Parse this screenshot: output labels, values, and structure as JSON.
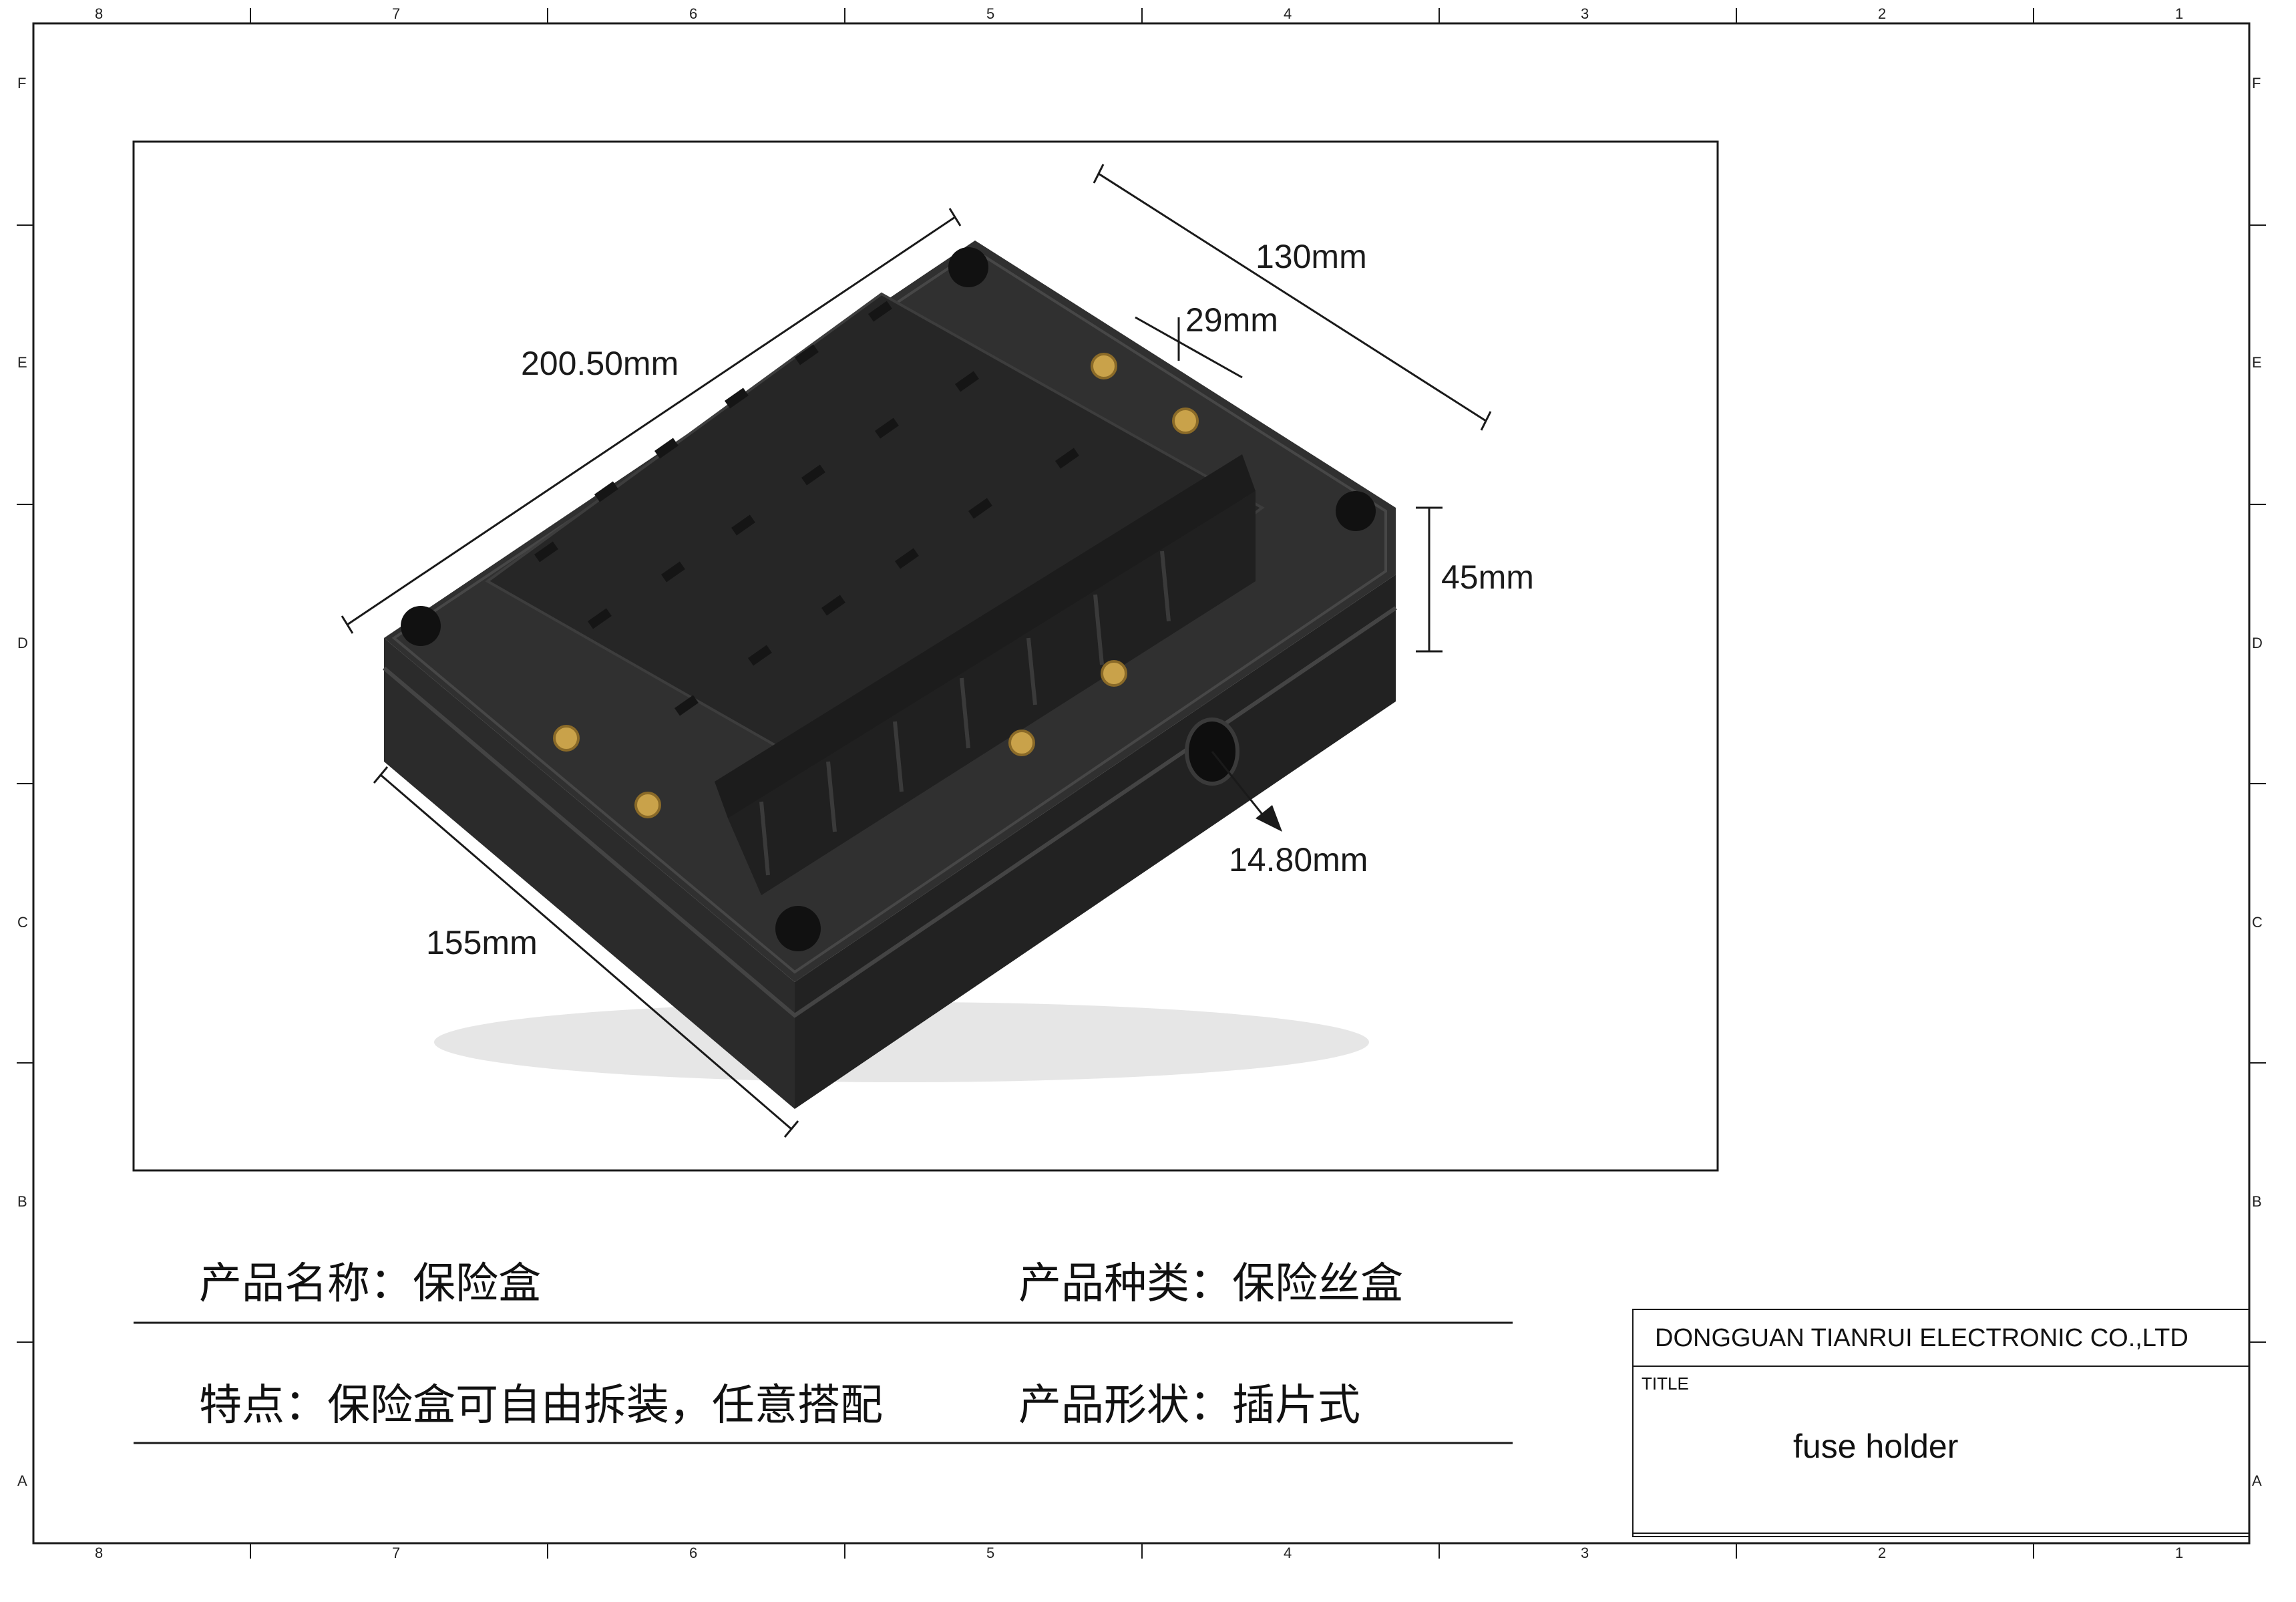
{
  "frame": {
    "column_labels": [
      "8",
      "7",
      "6",
      "5",
      "4",
      "3",
      "2",
      "1"
    ],
    "row_labels": [
      "F",
      "E",
      "D",
      "C",
      "B",
      "A"
    ]
  },
  "dimensions": {
    "d1": "200.50mm",
    "d2": "130mm",
    "d3": "29mm",
    "d4": "45mm",
    "d5": "14.80mm",
    "d6": "155mm"
  },
  "specs": {
    "product_name": "产品名称：保险盒",
    "product_type": "产品种类：保险丝盒",
    "features": "特点：保险盒可自由拆装，任意搭配",
    "product_shape": "产品形状：插片式"
  },
  "title_block": {
    "company": "DONGGUAN TIANRUI ELECTRONIC CO.,LTD",
    "title_label": "TITLE",
    "title_value": "fuse holder"
  },
  "colors": {
    "line": "#1a1a1a",
    "box_body": "#2a2a2a",
    "box_top": "#333333",
    "brass": "#c9a24a"
  }
}
